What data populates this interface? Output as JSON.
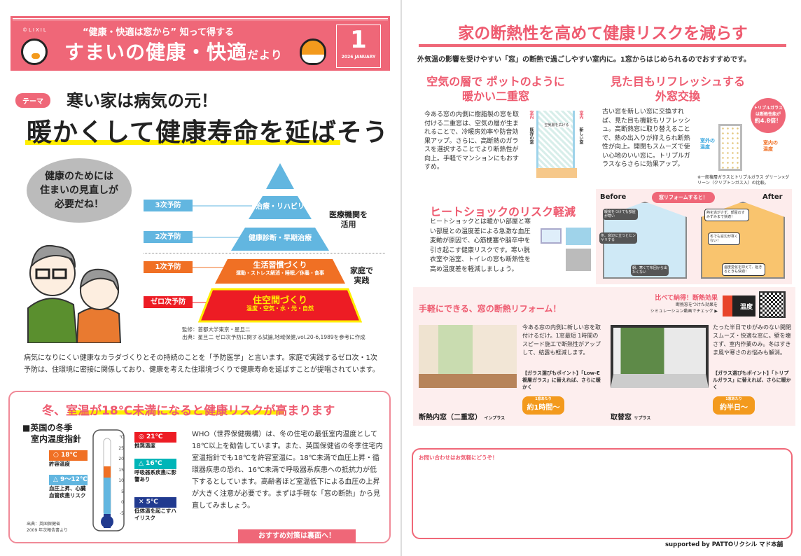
{
  "colors": {
    "brand_pink": "#ef6778",
    "accent_yellow": "#ffee00",
    "blue": "#62b6e0",
    "orange": "#f07024",
    "red": "#ed1c24",
    "navy": "#213a8f",
    "teal": "#00b5b8"
  },
  "header": {
    "brand": "©LIXIL",
    "subtitle": "“健康・快適は窓から” 知って得する",
    "title_main": "すまいの健康・快適",
    "title_suffix": "だより",
    "issue_number": "1",
    "issue_date": "2026 JANUARY"
  },
  "theme": {
    "badge": "テーマ",
    "subtitle": "寒い家は病気の元！",
    "headline": "暖かくして健康寿命を延ばそう"
  },
  "speech_bubble": [
    "健康のためには",
    "住まいの見直しが",
    "必要だね！"
  ],
  "pyramid": {
    "levels": [
      {
        "label": "3次予防",
        "tier": "治療・リハビリ",
        "detail": ""
      },
      {
        "label": "2次予防",
        "tier": "健康診断・早期治療",
        "detail": ""
      },
      {
        "label": "1次予防",
        "tier": "生活習慣づくり",
        "detail": "運動・ストレス解消・睡眠／休養・食事"
      },
      {
        "label": "ゼロ次予防",
        "tier": "住空間づくり",
        "detail": "温度・空気・水・光・自然"
      }
    ],
    "side_medical": [
      "医療機関を",
      "活用"
    ],
    "side_home": [
      "家庭で",
      "実践"
    ],
    "credit_supervisor": "監修：首都大学東京・星旦二",
    "credit_source": "出典：星旦二 ゼロ次予防に関する試論,地域保健,vol.20-6,1989を参考に作成"
  },
  "body_text": "病気になりにくい健康なカラダづくりとその持続のことを「予防医学」と言います。家庭で実践するゼロ次・1次予防は、住環境に密接に関係しており、健康を考えた住環境づくりで健康寿命を延ばすことが提唱されています。",
  "temperature_box": {
    "title": "冬、室温が18℃未満になると健康リスクが高まります",
    "guide_title": [
      "■英国の冬季",
      "室内温度指針"
    ],
    "unit": "℃",
    "ticks": [
      "25",
      "20",
      "15",
      "10",
      "5",
      "0",
      "-5"
    ],
    "markers": [
      {
        "label": "◎ 21℃",
        "note": "推奨温度"
      },
      {
        "label": "○ 18℃",
        "note": "許容温度"
      },
      {
        "label": "△ 16℃",
        "note": "呼吸器系疾患に影響あり"
      },
      {
        "label": "△ 9〜12℃",
        "note": "血圧上昇、心臓血管疾患リスク"
      },
      {
        "label": "✕ 5℃",
        "note": "低体温を起こすハイリスク"
      }
    ],
    "source": [
      "出典：英国保健省",
      "2009 年次報告書より"
    ],
    "who_text": "WHO（世界保健機構）は、冬の住宅の最低室内温度として18℃以上を勧告しています。また、英国保健省の冬季住宅内室温指針でも18℃を許容室温に。18℃未満で血圧上昇・循環器疾患の恐れ、16℃未満で呼吸器系疾患への抵抗力が低下するとしています。高齢者ほど室温低下による血圧の上昇が大きく注意が必要です。まずは手軽な「窓の断熱」から見直してみましょう。",
    "next_page": "おすすめ対策は裏面へ！"
  },
  "right": {
    "title": "家の断熱性を高めて健康リスクを減らす",
    "intro": "外気温の影響を受けやすい「窓」の断熱で過ごしやすい室内に。1窓からはじめられるのでおすすめです。",
    "double_window": {
      "title": [
        "空気の層で ポットのように",
        "暖かい二重窓"
      ],
      "text": "今ある窓の内側に樹脂製の窓を取付ける二重窓は、空気の層が生まれることで、冷暖房効率や防音効果アップ。さらに、高断熱のガラスを選択することでより断熱性が向上。手軽でマンションにもおすすめ。",
      "diagram_labels": [
        "室内",
        "空気層を広げる",
        "既存の窓",
        "新しい窓",
        "室内"
      ]
    },
    "exterior": {
      "title": [
        "見た目もリフレッシュする",
        "外窓交換"
      ],
      "text": "古い窓を新しい窓に交換すれば、見た目も機能もリフレッシュ。高断熱窓に取り替えることで、熱の出入りが抑えられ断熱性が向上。開閉もスムーズで使い心地のいい窓に。トリプルガラスならさらに効果アップ。",
      "badge": [
        "トリプルガラス",
        "は断熱性能が",
        "約4.8倍！"
      ],
      "outside": "室外の温度",
      "inside": "室内の温度",
      "note": "※一般複層ガラスとトリプルガラス グリーン×グリーン（クリプトンガス入）の比較。"
    },
    "heat_shock": {
      "title": "ヒートショックのリスク軽減",
      "text": "ヒートショックとは暖かい部屋と寒い部屋との温度差による急激な血圧変動が原因で、心筋梗塞や脳卒中を引き起こす健康リスクです。寒い脱衣室や浴室、トイレの窓も断熱性を高め温度差を軽減しましょう。",
      "before": "Before",
      "after": "After",
      "banner": "窓リフォームすると！",
      "before_bubbles": [
        "暖房をつけても部屋が寒い",
        "冬、窓辺に立つとヒンヤリする",
        "朝、寒くて布団から出たくない"
      ],
      "after_bubbles": [
        "熱を逃がさず、部屋のすみずみまで快適！",
        "冬でも窓辺が寒くない！",
        "温度変化を抑えて、起きるときも快適！"
      ]
    },
    "reform": {
      "title": "手軽にできる、窓の断熱リフォーム！",
      "compare_title": "比べて納得！断熱効果",
      "compare_text": [
        "断熱窓をつけた効果を",
        "シミュレーション動画でチェック ▶"
      ],
      "logo_text": "温度",
      "items": [
        {
          "name": "断熱内窓（二重窓）",
          "brand": "インプラス",
          "text": "今ある窓の内側に新しい窓を取付けるだけ。1窓最短 1時間のスピード施工で断熱性がアップして、結露も軽減します。",
          "point": "【ガラス選びもポイント】「Low-E 複層ガラス」に替えれば、さらに暖かく",
          "time_label": "1窓あたり",
          "time": "約1時間〜"
        },
        {
          "name": "取替窓",
          "brand": "リプラス",
          "text": "たった半日でゆがみのない開閉スムーズ・快適な窓に。壁を壊さず、室内作業のみ。冬はすきま風や寒さのお悩みも解消。",
          "point": "【ガラス選びもポイント】「トリプルガラス」に替えれば、さらに暖かく",
          "time_label": "1窓あたり",
          "time": "約半日〜"
        }
      ]
    },
    "contact": "お問い合わせはお気軽にどうぞ！",
    "supported": "supported by PATTOリクシル マド本舗"
  }
}
